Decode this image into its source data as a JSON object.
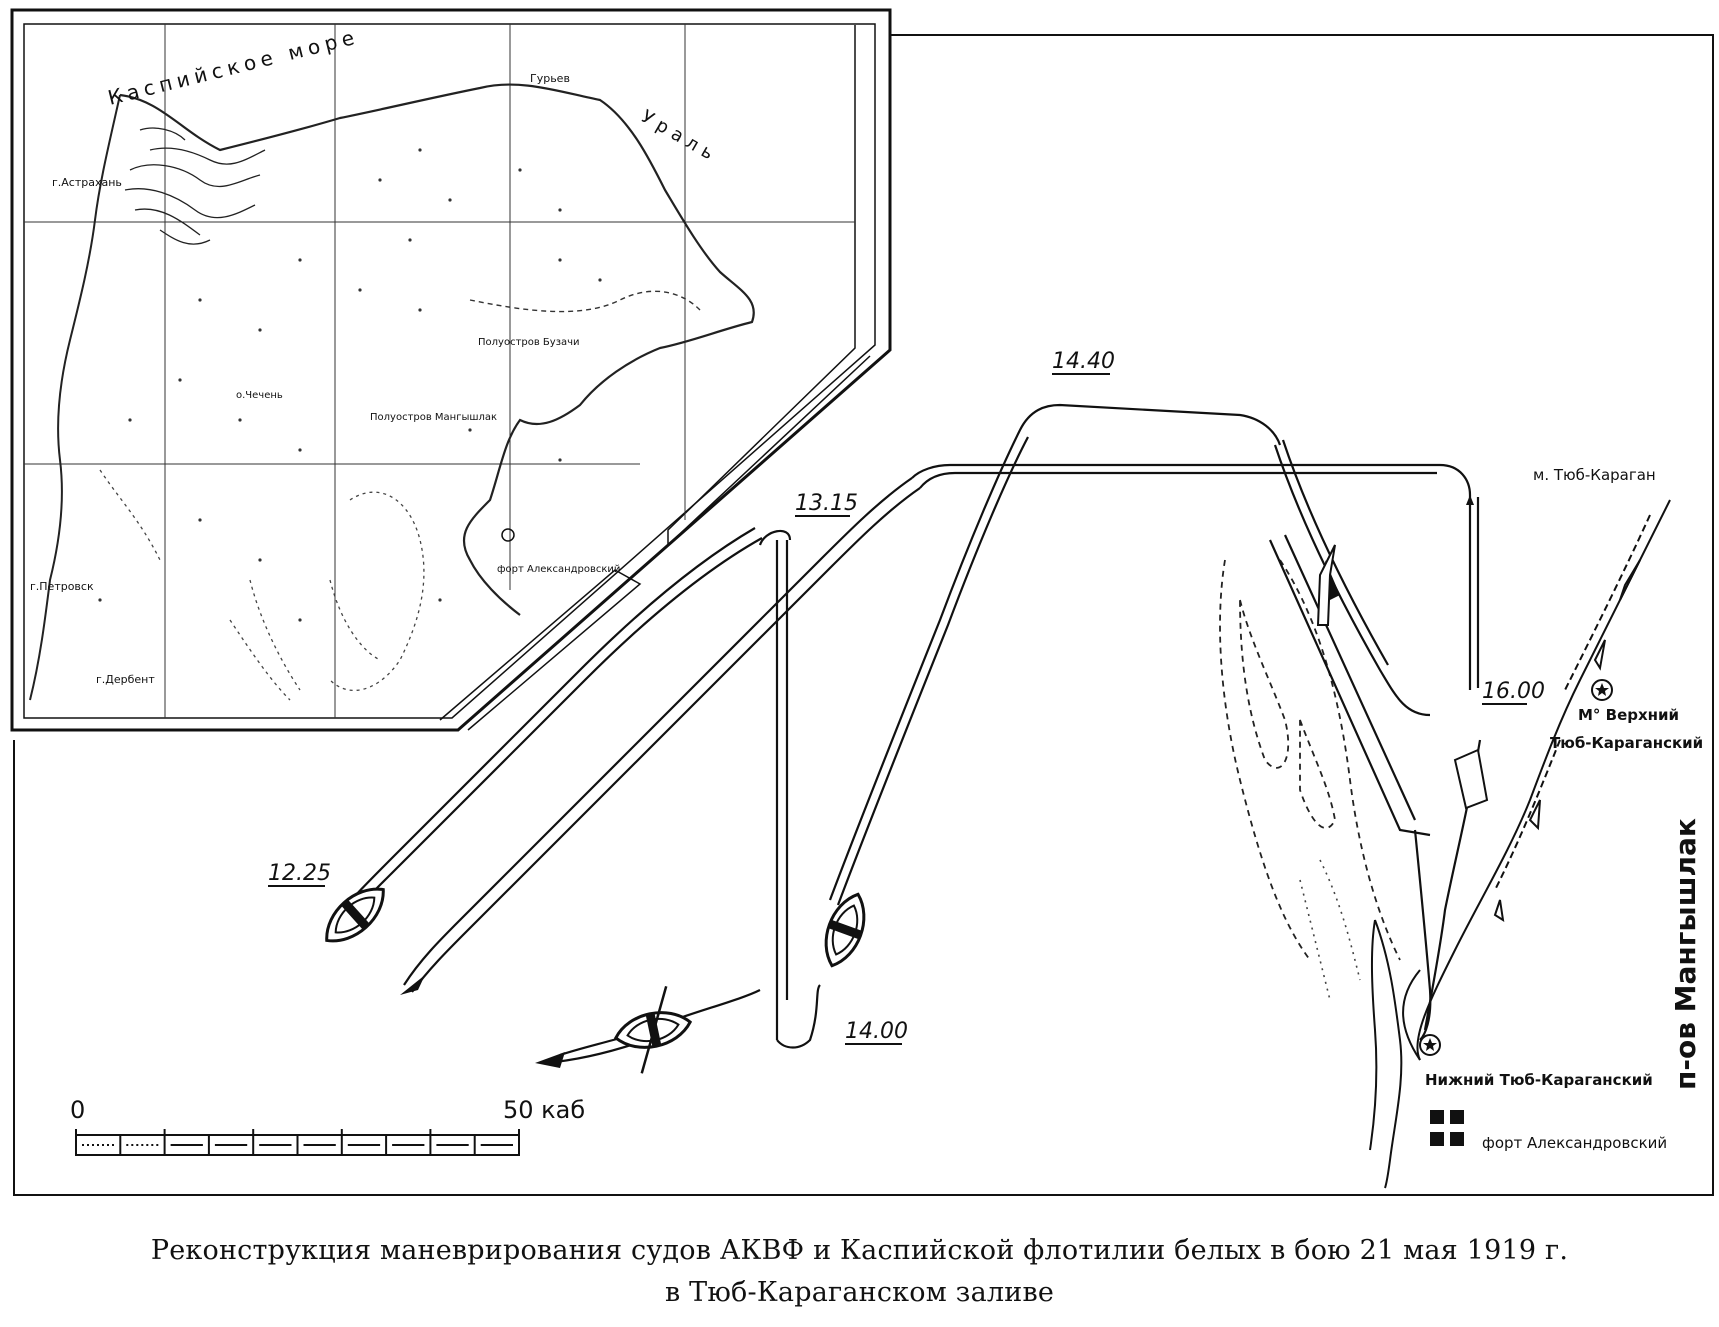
{
  "inset_map": {
    "labels": {
      "sea_name": "Каспийское море",
      "gulf_north": "Ураль",
      "city_astrakhan": "г.Астрахань",
      "city_guryev": "Гурьев",
      "city_petrovsk": "г.Петровск",
      "city_derbent": "г.Дербент",
      "city_fort": "форт Александровский",
      "label_buzachi": "Полуостров Бузачи",
      "label_mangyshlak_small": "Полуостров Мангышлак",
      "label_chechen": "о.Чечень"
    }
  },
  "main_map": {
    "times": {
      "t1225": "12.25",
      "t1315": "13.15",
      "t1400": "14.00",
      "t1440": "14.40",
      "t1600": "16.00"
    },
    "places": {
      "cape_tyub_karagan": "м. Тюб-Караган",
      "upper_cape_line1": "М° Верхний",
      "upper_cape_line2": "Тюб-Караганский",
      "lower_cape": "Нижний Тюб-Караганский",
      "fort": "форт Александровский",
      "peninsula": "п-ов Мангышлак"
    },
    "scale_bar": {
      "start_label": "0",
      "end_label": "50 каб",
      "start_value": 0,
      "end_value": 50,
      "unit": "каб"
    }
  },
  "caption": {
    "line1": "Реконструкция маневрирования судов АКВФ и Каспийской флотилии белых в бою 21 мая 1919 г.",
    "line2": "в Тюб-Караганском заливе"
  }
}
